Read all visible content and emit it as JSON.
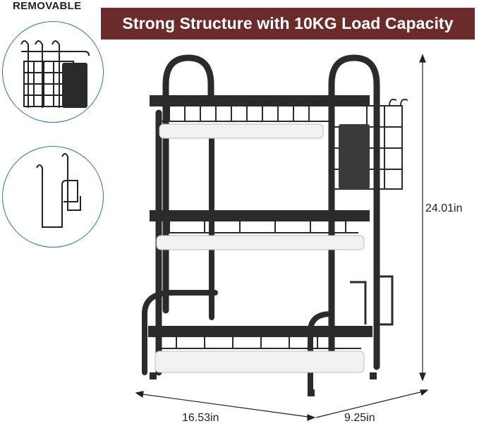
{
  "removable_label": "REMOVABLE",
  "banner_text": "Strong Structure with 10KG Load Capacity",
  "dimensions": {
    "height": "24.01in",
    "width": "16.53in",
    "depth": "9.25in"
  },
  "colors": {
    "banner_bg": "#6b2b2b",
    "circle_border": "#2f6fae",
    "rack_metal": "#2b2b2e",
    "tray_white": "#f2f2f2"
  }
}
